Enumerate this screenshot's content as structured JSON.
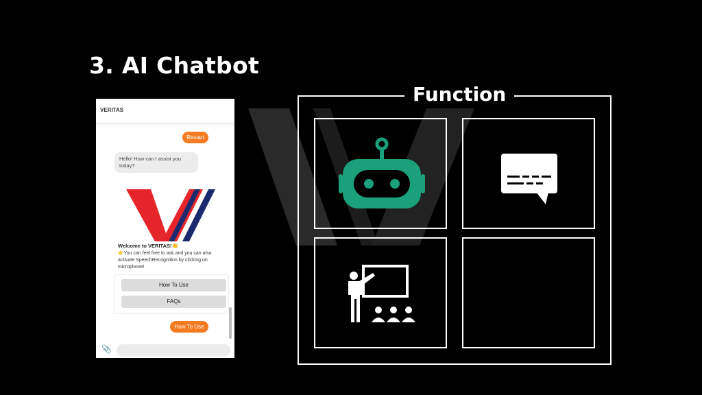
{
  "slide": {
    "title": "3. AI Chatbot",
    "function_label": "Function"
  },
  "chat": {
    "app_name": "VERITAS",
    "restart_label": "Restart",
    "greeting": "Hello! How can I assist you today?",
    "welcome_title": "Welcome to VERITAS!👏",
    "welcome_body": "👉You can feel free to ask and you can also activate SpeechRecognition by clicking on microphone!",
    "menu_buttons": [
      "How To Use",
      "FAQs"
    ],
    "user_reply": "How To Use",
    "input_placeholder": ""
  },
  "functions": {
    "cells": [
      {
        "icon": "robot-icon"
      },
      {
        "icon": "chat-bubble-icon"
      },
      {
        "icon": "teacher-presentation-icon"
      },
      {
        "icon": "empty"
      }
    ]
  },
  "colors": {
    "accent_orange": "#f47c20",
    "robot_green": "#1aa07a",
    "logo_red": "#e5252a",
    "logo_navy": "#1a2a6c"
  }
}
